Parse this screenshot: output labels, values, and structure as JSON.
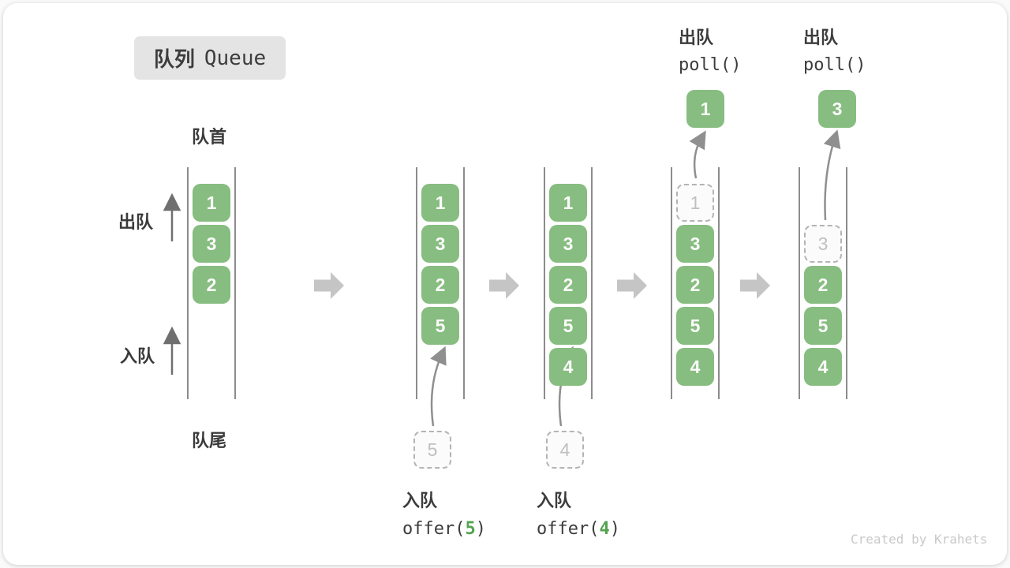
{
  "title": {
    "zh": "队列",
    "en": "Queue"
  },
  "labels": {
    "front": "队首",
    "rear": "队尾",
    "dequeue_side": "出队",
    "enqueue_side": "入队"
  },
  "columns": [
    {
      "slots": [
        {
          "v": "1",
          "state": "filled"
        },
        {
          "v": "3",
          "state": "filled"
        },
        {
          "v": "2",
          "state": "filled"
        }
      ]
    },
    {
      "slots": [
        {
          "v": "1",
          "state": "filled"
        },
        {
          "v": "3",
          "state": "filled"
        },
        {
          "v": "2",
          "state": "filled"
        },
        {
          "v": "5",
          "state": "filled"
        }
      ],
      "pending": {
        "v": "5"
      },
      "op": {
        "label": "入队",
        "fn": "offer(",
        "arg": "5",
        "close": ")"
      }
    },
    {
      "slots": [
        {
          "v": "1",
          "state": "filled"
        },
        {
          "v": "3",
          "state": "filled"
        },
        {
          "v": "2",
          "state": "filled"
        },
        {
          "v": "5",
          "state": "filled"
        },
        {
          "v": "4",
          "state": "filled"
        }
      ],
      "pending": {
        "v": "4"
      },
      "op": {
        "label": "入队",
        "fn": "offer(",
        "arg": "4",
        "close": ")"
      }
    },
    {
      "slots": [
        {
          "v": "1",
          "state": "ghost"
        },
        {
          "v": "3",
          "state": "filled"
        },
        {
          "v": "2",
          "state": "filled"
        },
        {
          "v": "5",
          "state": "filled"
        },
        {
          "v": "4",
          "state": "filled"
        }
      ],
      "out": {
        "label": "出队",
        "fn": "poll()",
        "v": "1"
      }
    },
    {
      "slots": [
        {
          "v": "3",
          "state": "ghost"
        },
        {
          "v": "2",
          "state": "filled"
        },
        {
          "v": "5",
          "state": "filled"
        },
        {
          "v": "4",
          "state": "filled"
        }
      ],
      "out": {
        "label": "出队",
        "fn": "poll()",
        "v": "3"
      }
    }
  ],
  "watermark": "Created by Krahets",
  "colors": {
    "item_green": "#87bd80",
    "code_green": "#55a351",
    "ghost_border": "#b4b4b4",
    "wall_gray": "#8c8c8c",
    "step_arrow_gray": "#c5c5c5",
    "flow_arrow_gray": "#8f8f8f",
    "text_dark": "#3c3c3c",
    "title_bg": "#e4e4e4",
    "watermark_gray": "#c9c9c9"
  }
}
